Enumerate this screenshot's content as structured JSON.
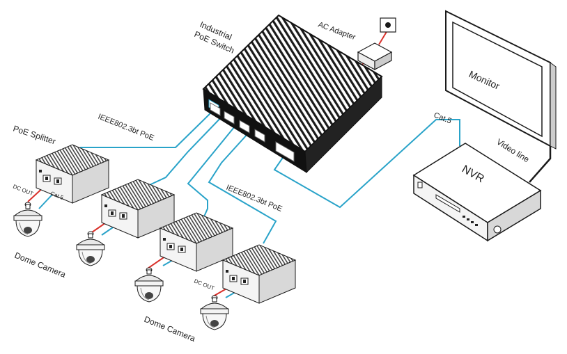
{
  "labels": {
    "switch_line1": "Industrial",
    "switch_line2": "PoE Switch",
    "ac_adapter": "AC Adapter",
    "monitor": "Monitor",
    "nvr": "NVR",
    "cat5_top": "Cat.5",
    "video_line": "Video line",
    "ieee_top": "IEEE802.3bt PoE",
    "ieee_mid": "IEEE802.3bt PoE",
    "poe_splitter": "PoE Splitter",
    "dc_out_1": "DC OUT",
    "cat5_small": "Cat.5",
    "dc_out_2": "DC OUT",
    "dome_camera_1": "Dome Camera",
    "dome_camera_2": "Dome Camera"
  },
  "colors": {
    "ethernet": "#29a3c9",
    "power": "#d9302a",
    "outline": "#1a1a1a",
    "switch_body": "#111111"
  }
}
